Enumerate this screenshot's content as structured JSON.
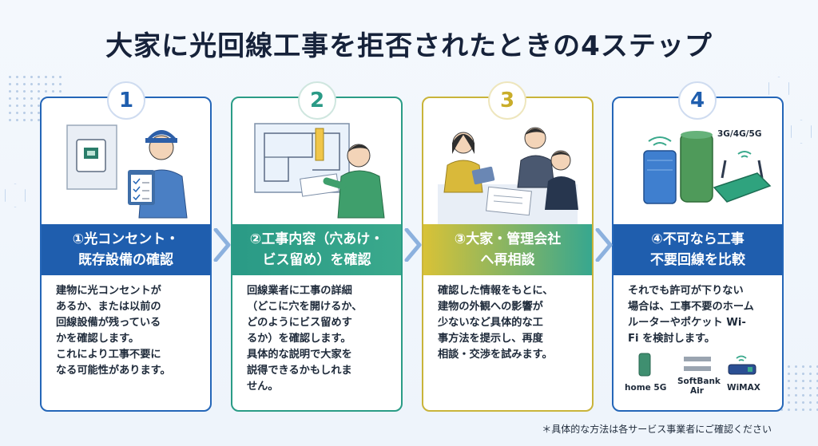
{
  "title": "大家に光回線工事を拒否されたときの4ステップ",
  "steps": [
    {
      "number": "1",
      "heading": "①光コンセント・\n既存設備の確認",
      "description": "建物に光コンセントが\nあるか、または以前の\n回線設備が残っている\nかを確認します。\nこれにより工事不要に\nなる可能性があります。",
      "accent": "#1f5eae"
    },
    {
      "number": "2",
      "heading": "②工事内容（穴あけ・\nビス留め）を確認",
      "description": "回線業者に工事の詳細\n（どこに穴を開けるか、\nどのようにビス留めす\nるか）を確認します。\n具体的な説明で大家を\n説得できるかもしれま\nせん。",
      "accent": "#2a9a86"
    },
    {
      "number": "3",
      "heading": "③大家・管理会社\nへ再相談",
      "description": "確認した情報をもとに、\n建物の外観への影響が\n少ないなど具体的な工\n事方法を提示し、再度\n相談・交渉を試みます。",
      "accent": "#c9ad2a"
    },
    {
      "number": "4",
      "heading": "④不可なら工事\n不要回線を比較",
      "description": "それでも許可が下りない\n場合は、工事不要のホーム\nルーターやポケット Wi-\nFi を検討します。",
      "accent": "#1f5eae"
    }
  ],
  "network_label": "3G/4G/5G",
  "products": [
    {
      "name": "home 5G"
    },
    {
      "name": "SoftBank\nAir"
    },
    {
      "name": "WiMAX"
    }
  ],
  "footnote": "＊具体的な方法は各サービス事業者にご確認ください"
}
